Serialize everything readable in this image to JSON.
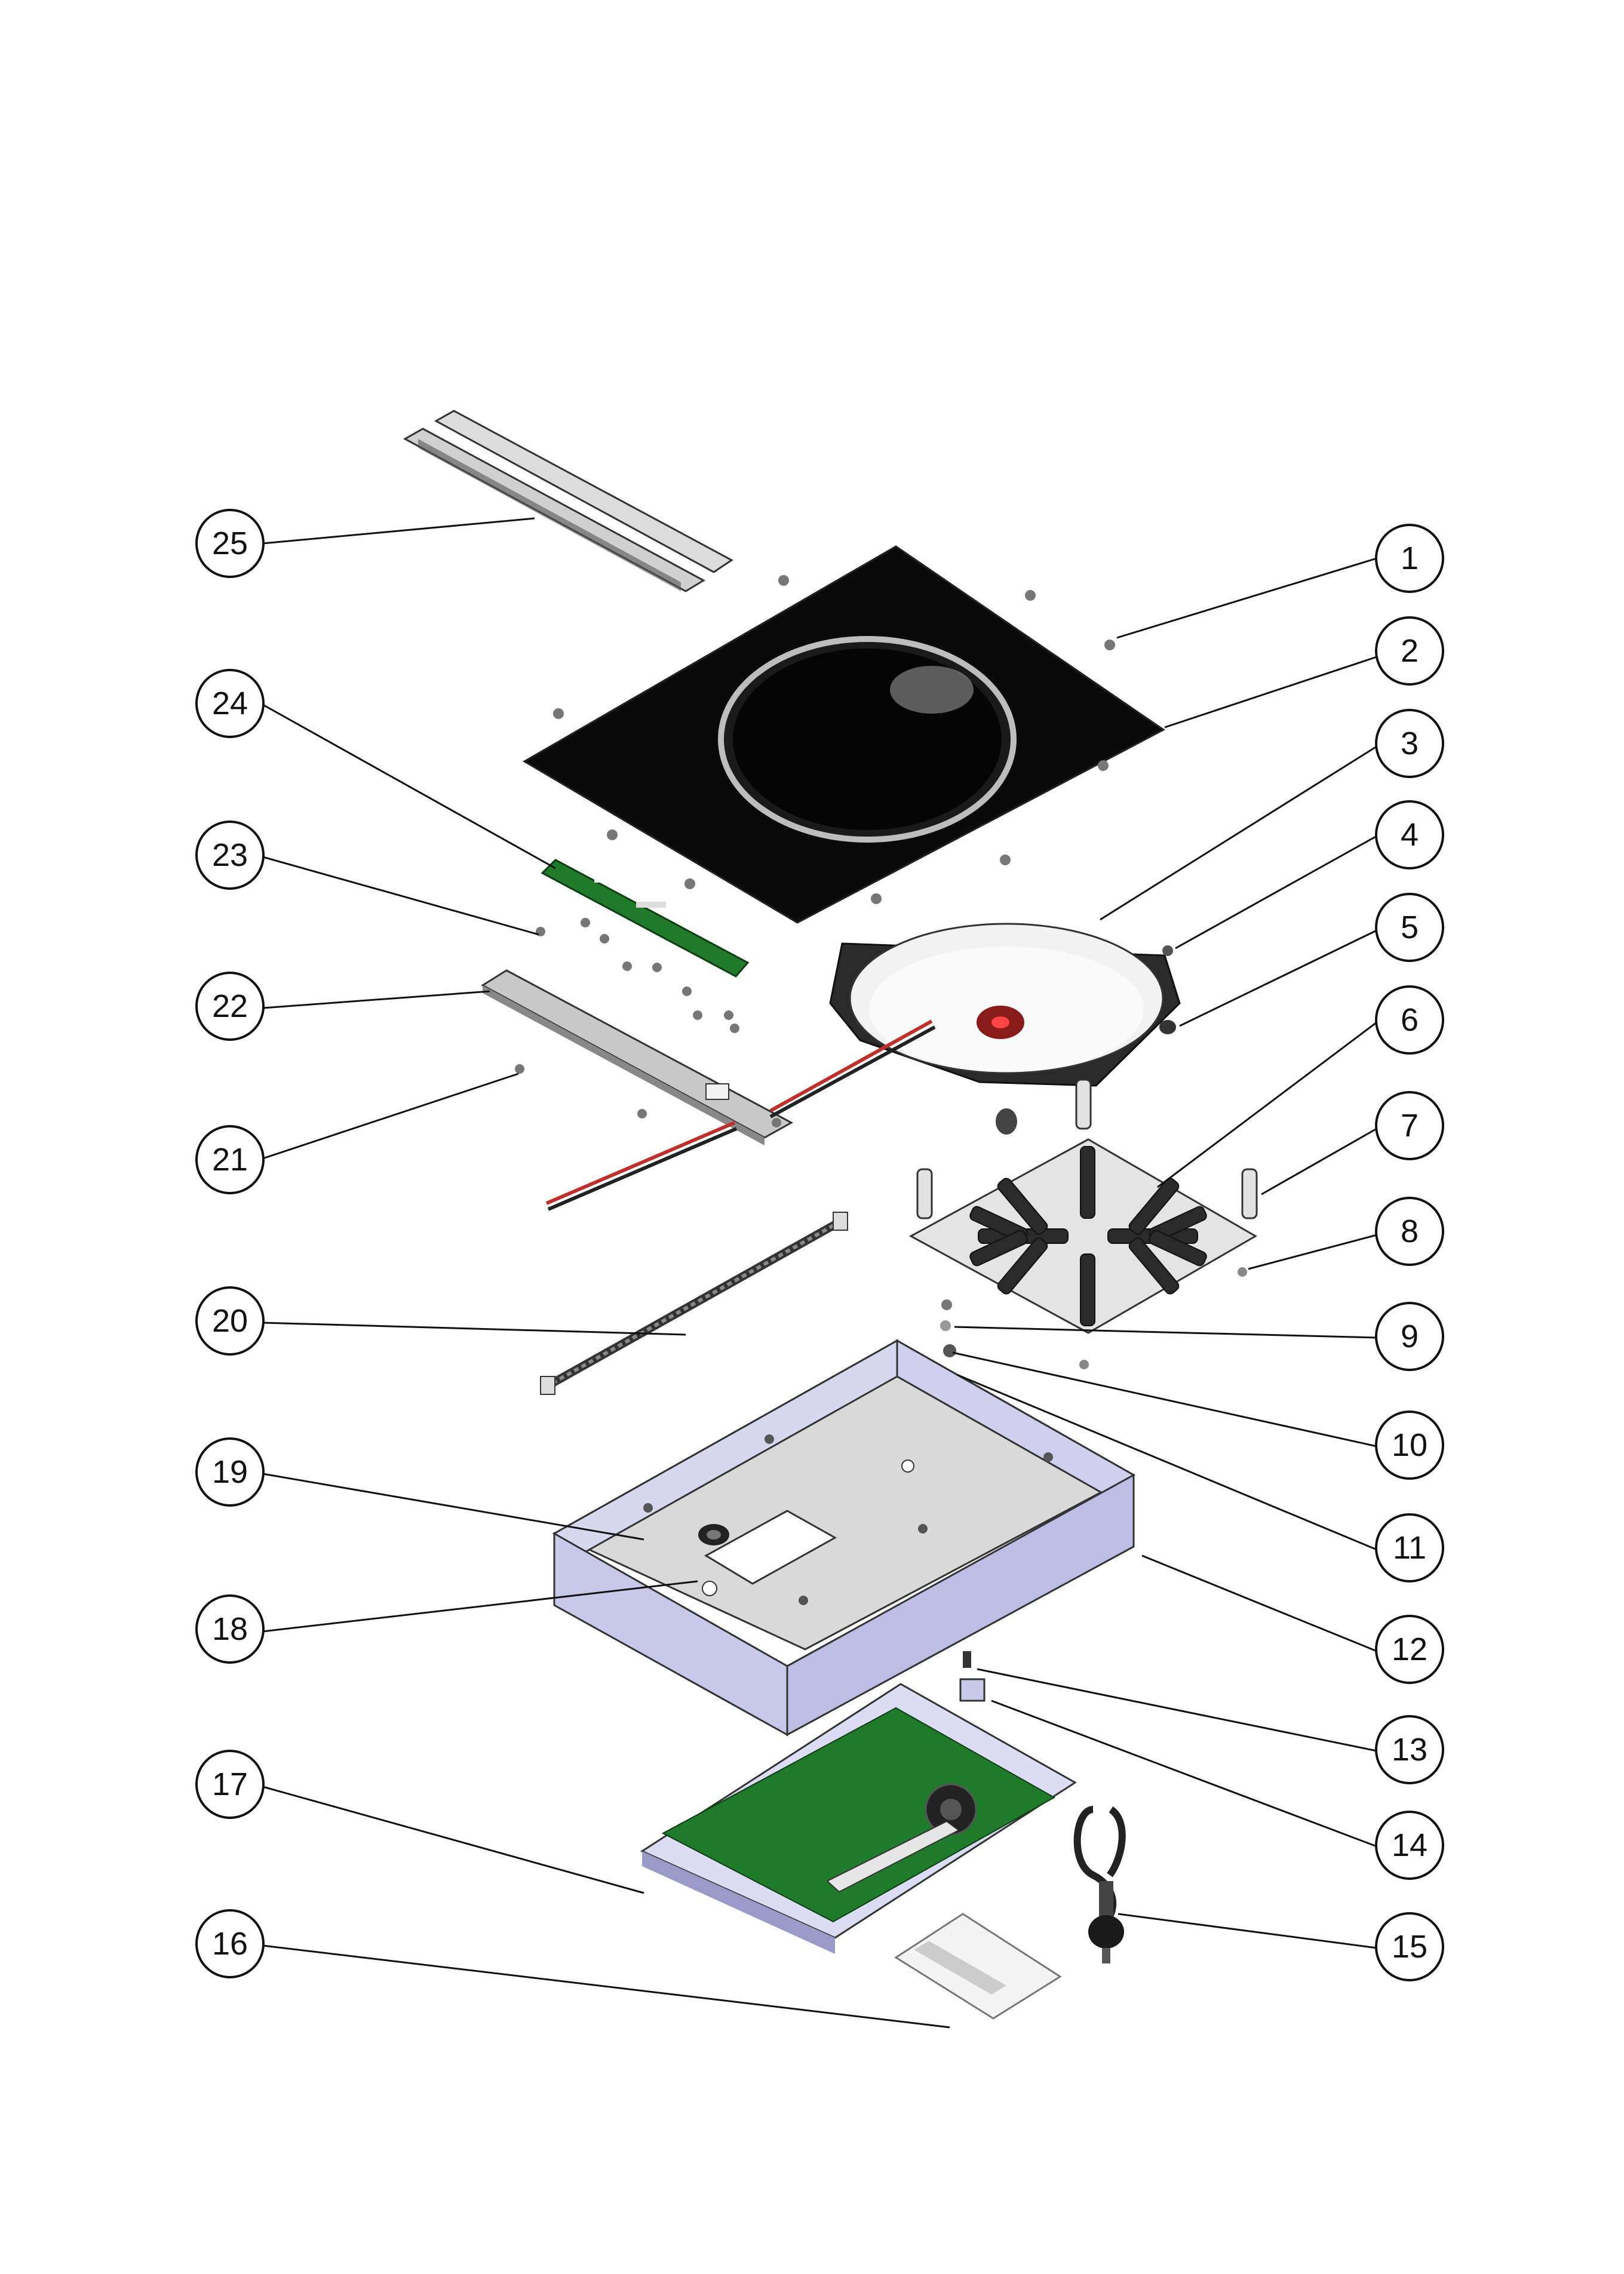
{
  "callouts": {
    "c1": "1",
    "c2": "2",
    "c3": "3",
    "c4": "4",
    "c5": "5",
    "c6": "6",
    "c7": "7",
    "c8": "8",
    "c9": "9",
    "c10": "10",
    "c11": "11",
    "c12": "12",
    "c13": "13",
    "c14": "14",
    "c15": "15",
    "c16": "16",
    "c17": "17",
    "c18": "18",
    "c19": "19",
    "c20": "20",
    "c21": "21",
    "c22": "22",
    "c23": "23",
    "c24": "24",
    "c25": "25"
  },
  "colors": {
    "background": "#ffffff",
    "glass_top": "#0a0a0a",
    "bowl": "#eeeeee",
    "housing_side": "#c8c8ea",
    "housing_floor": "#d9d9d9",
    "pcb_green": "#1f7a2a",
    "magnet_plate": "#e4e4e4",
    "ferrite_bar": "#2a2a2a",
    "wire_red": "#c0302a"
  }
}
